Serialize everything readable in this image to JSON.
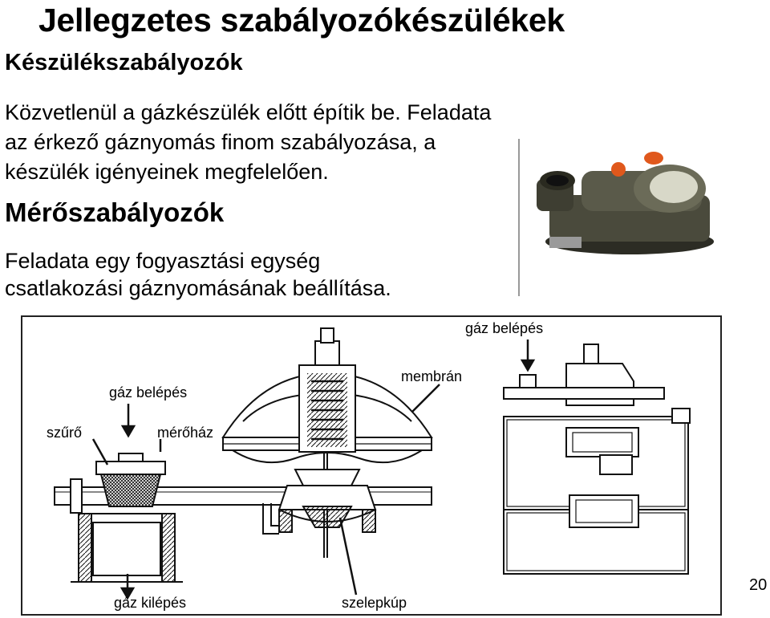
{
  "slide": {
    "title": "Jellegzetes szabályozókészülékek",
    "section1_heading": "Készülékszabályozók",
    "section1_lines": [
      "Közvetlenül a gázkészülék előtt építik be. Feladata",
      "az érkező gáznyomás finom szabályozása, a",
      "készülék igényeinek megfelelően."
    ],
    "section2_heading": "Mérőszabályozók",
    "section2_lines": [
      "Feladata egy fogyasztási egység",
      "csatlakozási gáznyomásának beállítása."
    ],
    "page_number": "20"
  },
  "diagram": {
    "labels": {
      "gas_in_left": "gáz belépés",
      "filter": "szűrő",
      "meter_body": "mérőház",
      "membrane": "membrán",
      "gas_in_right": "gáz belépés",
      "gas_out": "gáz kilépés",
      "valve_cone": "szelepkúp"
    }
  },
  "colors": {
    "photo_body": "#4a4a3c",
    "photo_cap": "#e0581c",
    "line": "#111111"
  }
}
